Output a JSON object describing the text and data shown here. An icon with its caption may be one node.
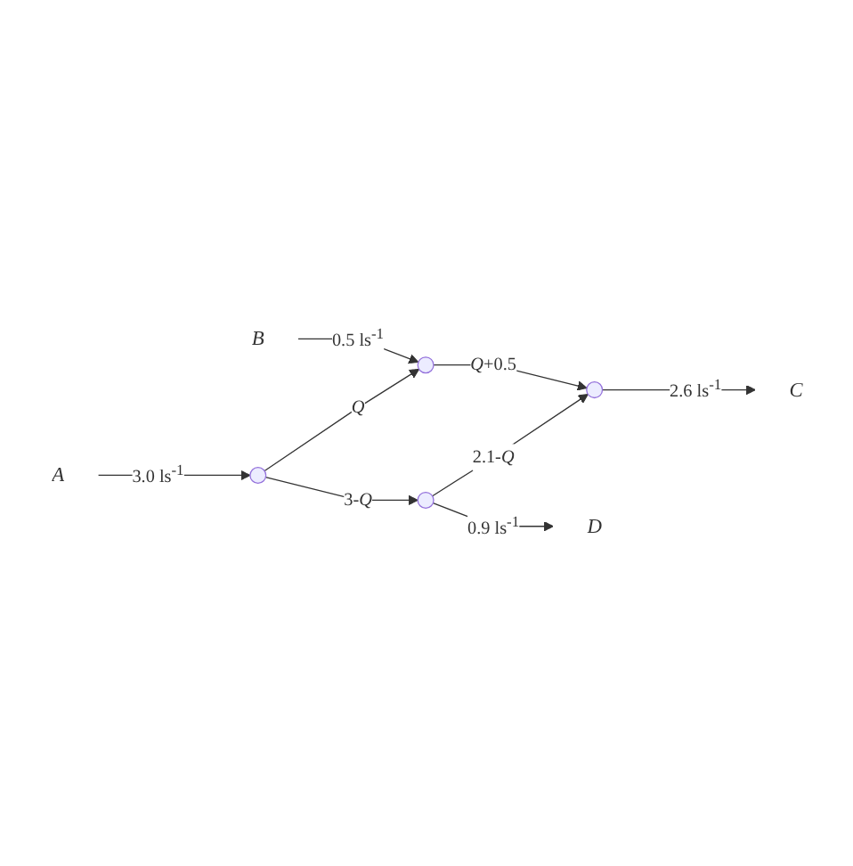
{
  "diagram": {
    "nodes": [
      {
        "text": [
          "B"
        ]
      },
      {
        "text": [],
        "shape": "point"
      },
      {
        "text": [
          "A"
        ]
      },
      {
        "text": [],
        "shape": "point"
      },
      {
        "text": [],
        "shape": "point"
      },
      {
        "text": [
          "C"
        ]
      },
      {
        "text": [],
        "shape": "point"
      },
      {
        "text": [
          "D"
        ]
      }
    ],
    "edges": [
      {
        "from": 0,
        "to": 1,
        "arrow": "to",
        "label": "0.5 ls$^{-1}$"
      },
      {
        "from": 2,
        "to": 3,
        "arrow": "to",
        "label": "3.0 ls$^{-1}$"
      },
      {
        "from": 3,
        "to": 1,
        "arrow": "to",
        "label": "*Q*"
      },
      {
        "from": 1,
        "to": 4,
        "arrow": "to",
        "label": "*Q*+0.5"
      },
      {
        "from": 4,
        "to": 5,
        "arrow": "to",
        "label": "2.6 ls$^{-1}$"
      },
      {
        "from": 3,
        "to": 6,
        "arrow": "to",
        "label": "3-*Q*"
      },
      {
        "from": 6,
        "to": 4,
        "arrow": "to",
        "label": "2.1-*Q*"
      },
      {
        "from": 6,
        "to": 7,
        "arrow": "to",
        "label": "0.9 ls$^{-1}$"
      }
    ]
  }
}
